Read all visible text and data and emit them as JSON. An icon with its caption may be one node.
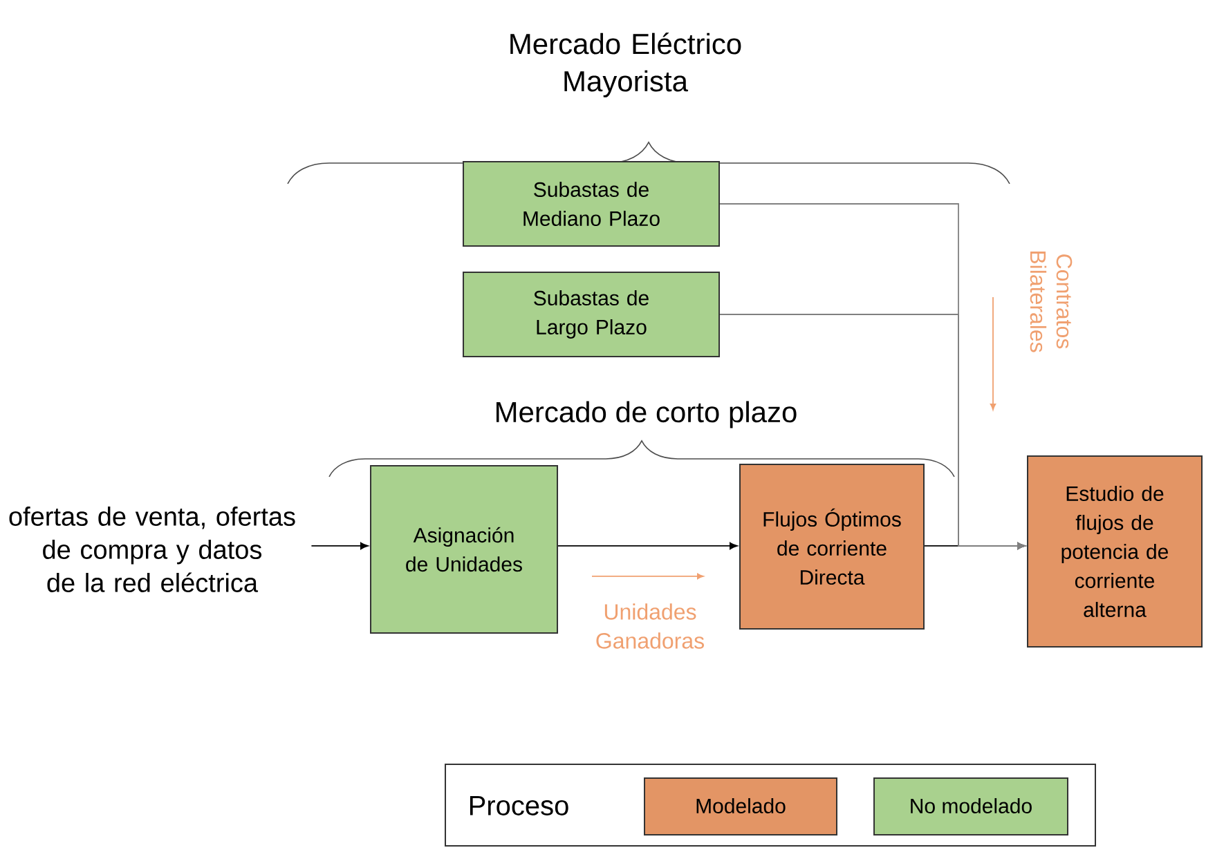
{
  "diagram": {
    "nodes": [
      {
        "text": [
          "Subastas de Mediano Plazo"
        ]
      },
      {
        "text": [
          "Subastas de Largo Plazo"
        ]
      },
      {
        "text": [
          "ofertas de venta, ofertas de compra y datos de la red eléctrica"
        ]
      },
      {
        "text": [
          "Asignación de Unidades"
        ]
      },
      {
        "text": [
          "Flujos Óptimos de corriente Directa"
        ]
      },
      {
        "text": [
          "Estudio de flujos de potencia de corriente alterna"
        ]
      }
    ],
    "edges": [
      {
        "from": 2,
        "to": 3,
        "arrow": "to"
      },
      {
        "from": 3,
        "to": 4,
        "arrow": "to"
      },
      {
        "from": 4,
        "to": 5,
        "arrow": "to"
      },
      {
        "from": 0,
        "to": 5,
        "arrow": "to",
        "color": "#808080"
      },
      {
        "from": 1,
        "to": 5,
        "arrow": "to",
        "color": "#808080"
      }
    ],
    "labels": [
      "Mercado Eléctrico Mayorista",
      "Contratos Bilaterales",
      "Mercado de corto plazo",
      "Unidades Ganadoras",
      "Proceso"
    ],
    "legend": [
      {
        "text": "Modelado",
        "color": "#e39565"
      },
      {
        "text": "No modelado",
        "color": "#a9d18e"
      }
    ]
  }
}
